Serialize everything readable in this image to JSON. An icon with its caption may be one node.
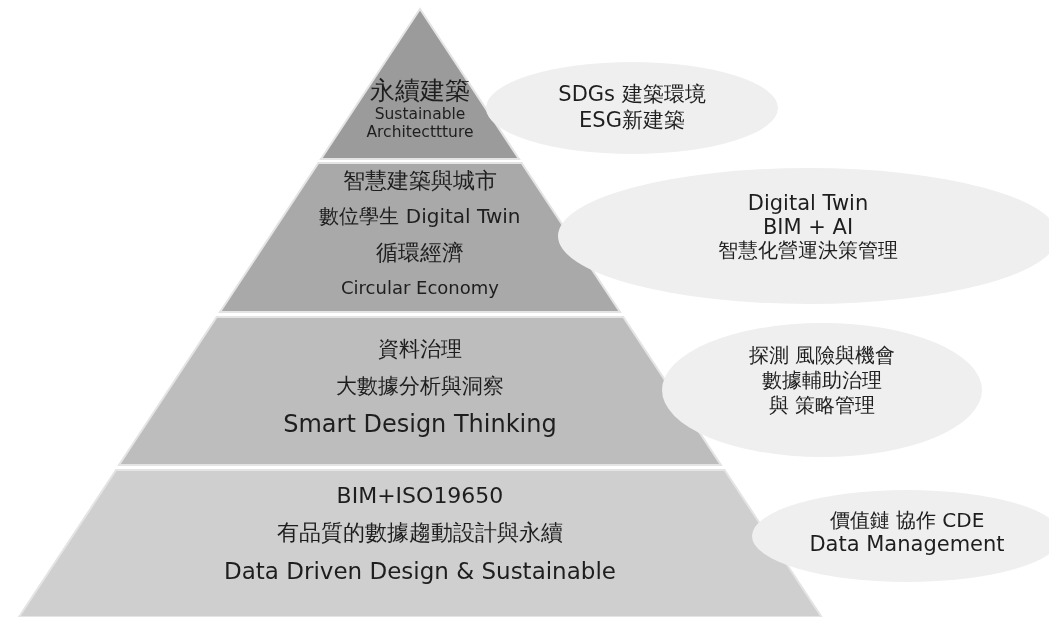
{
  "diagram": {
    "nodes": [
      {
        "text": [
          "永續建築",
          "Sustainable Architecttture"
        ]
      },
      {
        "text": [
          "智慧建築與城市",
          "數位學生 Digital Twin",
          "循環經濟",
          "Circular Economy"
        ]
      },
      {
        "text": [
          "資料治理",
          "大數據分析與洞察",
          "Smart Design Thinking"
        ]
      },
      {
        "text": [
          "BIM+ISO19650",
          "有品質的數據趨動設計與永續",
          "Data Driven Design & Sustainable"
        ]
      },
      {
        "text": [
          "SDGs 建築環境",
          "ESG新建築"
        ]
      },
      {
        "text": [
          "Digital Twin",
          "BIM + AI",
          "智慧化營運決策管理"
        ]
      },
      {
        "text": [
          "探測 風險與機會",
          "數據輔助治理",
          "與 策略管理"
        ]
      },
      {
        "text": [
          "價值鏈 協作 CDE",
          "Data Management"
        ]
      }
    ],
    "edges": []
  }
}
